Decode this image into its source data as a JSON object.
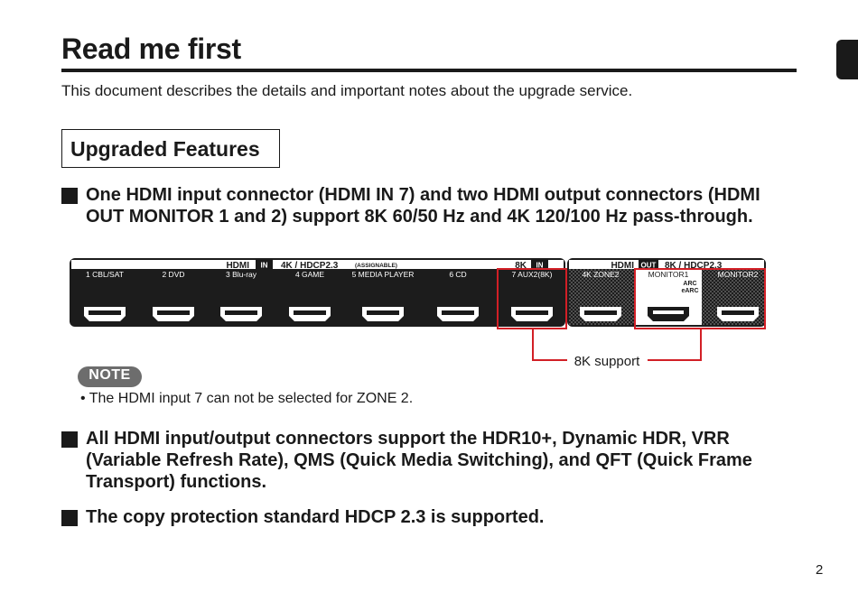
{
  "title": "Read me first",
  "intro": "This document describes the details and important notes about the upgrade service.",
  "section_title": "Upgraded Features",
  "features": [
    "One HDMI input connector (HDMI IN 7) and two HDMI output connectors (HDMI OUT MONITOR 1 and 2) support 8K 60/50 Hz and 4K 120/100 Hz pass-through.",
    "All HDMI input/output connectors support the HDR10+, Dynamic HDR, VRR (Variable Refresh Rate), QMS (Quick Media Switching), and QFT (Quick Frame Transport) functions.",
    "The copy protection standard HDCP 2.3 is supported."
  ],
  "panel": {
    "in_group": {
      "hdmi": "HDMI",
      "badge": "IN",
      "hdcp": "4K / HDCP2.3",
      "assignable": "(ASSIGNABLE)"
    },
    "in8k_group": {
      "label": "8K",
      "badge": "IN"
    },
    "out_group": {
      "hdmi": "HDMI",
      "badge": "OUT",
      "hdcp": "8K / HDCP2.3"
    },
    "inputs": [
      "1 CBL/SAT",
      "2 DVD",
      "3 Blu-ray",
      "4 GAME",
      "5 MEDIA PLAYER",
      "6 CD"
    ],
    "input7": "7 AUX2(8K)",
    "outputs": [
      "4K  ZONE2",
      "MONITOR1",
      "MONITOR2"
    ],
    "arc": "ARC",
    "earc": "eARC",
    "callout": "8K support",
    "highlight_color": "#d21f26"
  },
  "note": {
    "label": "NOTE",
    "text": "• The HDMI input 7 can not be selected for ZONE 2."
  },
  "page_number": "2"
}
